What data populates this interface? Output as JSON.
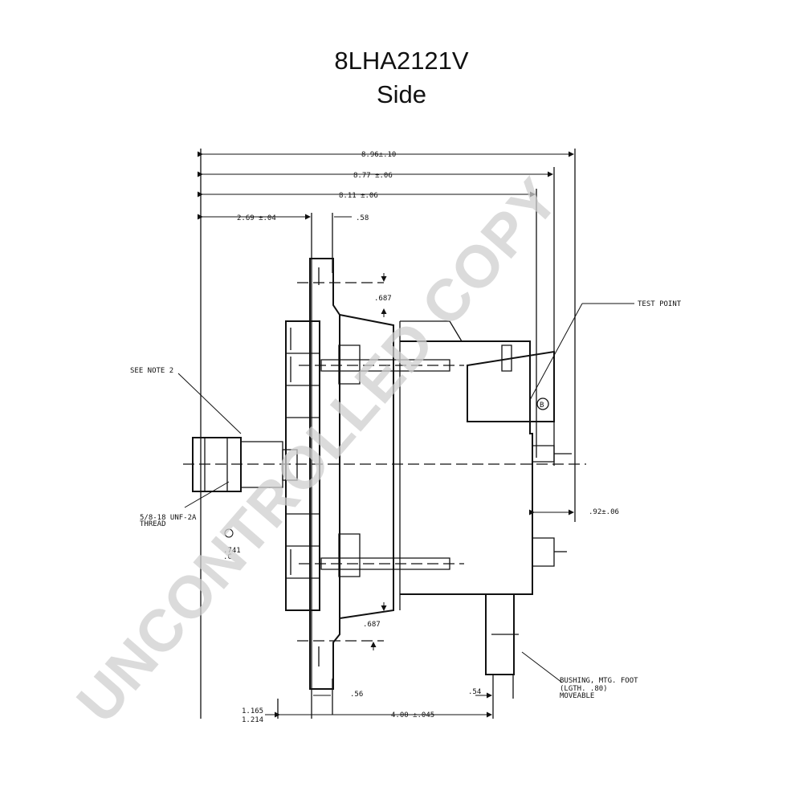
{
  "title": "8LHA2121V",
  "subtitle": "Side",
  "watermark": "UNCONTROLLED COPY",
  "dimensions": {
    "overall_a": "8.96±.10",
    "overall_b": "8.77 ±.06",
    "overall_c": "8.11 ±.06",
    "shaft_to_flange": "2.69 ±.04",
    "flange_width_top": ".58",
    "hole_offset_top": ".687",
    "hole_offset_bottom": ".687",
    "terminal_offset": ".92±.06",
    "flange_width_bottom": ".56",
    "foot_width": ".54",
    "flange_to_foot": "4.00 ±.045",
    "shaft_length_1": "1.165",
    "shaft_length_2": "1.214"
  },
  "callouts": {
    "see_note": "SEE NOTE 2",
    "thread_1": "5/8-18 UNF-2A",
    "thread_2": "THREAD",
    "test_point": "TEST POINT",
    "bushing_1": "BUSHING, MTG. FOOT",
    "bushing_2": "(LGTH. .80)",
    "bushing_3": "MOVEABLE",
    "circle_label": "B",
    "partial_num_1": ".741",
    "partial_num_2": ".C"
  },
  "colors": {
    "line": "#111111",
    "watermark": "#cfcfcf"
  }
}
